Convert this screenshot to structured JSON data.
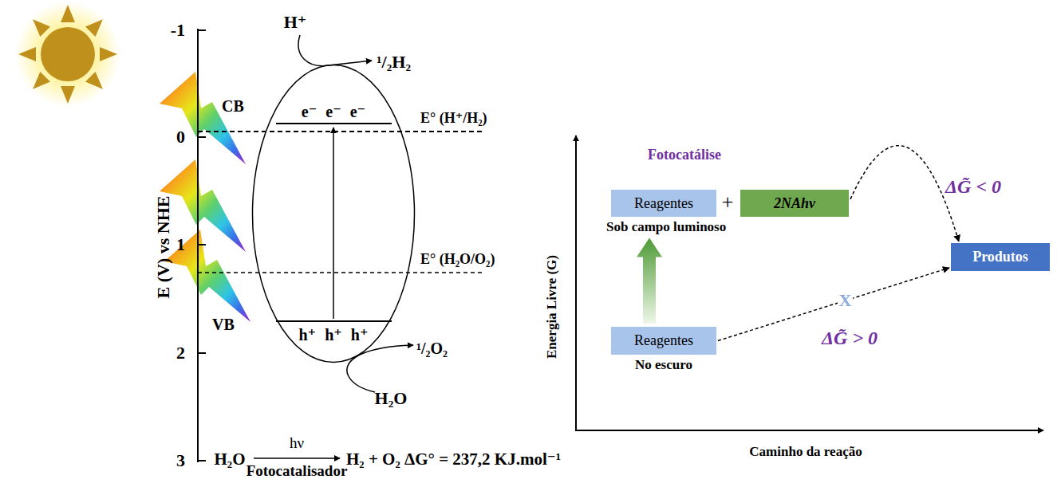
{
  "diagram": {
    "nodes": [
      {
        "text": [
          "e⁻ e⁻ e⁻",
          "h⁺ h⁺ h⁺"
        ]
      },
      {
        "text": [
          "Reagentes",
          "Sob campo luminoso"
        ]
      },
      {
        "text": [
          "2NAhν"
        ]
      },
      {
        "text": [
          "Produtos"
        ]
      },
      {
        "text": [
          "Reagentes",
          "No escuro"
        ]
      }
    ],
    "edges": [
      {
        "from": 4,
        "to": 1,
        "arrow": "to"
      },
      {
        "from": 2,
        "to": 3,
        "arrow": "to"
      },
      {
        "from": 4,
        "to": 3,
        "label": "X",
        "arrow": "to"
      }
    ],
    "labels": [
      "-1",
      "0",
      "1",
      "2",
      "3",
      "E (V) vs NHE",
      "CB",
      "VB",
      "H⁺",
      "¹/₂H₂",
      "E° (H⁺/H₂)",
      "E° (H₂O/O₂)",
      "¹/₂O₂",
      "H₂O",
      "H₂O",
      "hν",
      "Fotocatalisador",
      "H₂ + O₂ ΔG° = 237,2 KJ.mol⁻¹",
      "Fotocatálise",
      "+",
      "ΔG̃ < 0",
      "ΔG̃ > 0",
      "Energia Livre (G)",
      "Caminho da reação"
    ]
  }
}
